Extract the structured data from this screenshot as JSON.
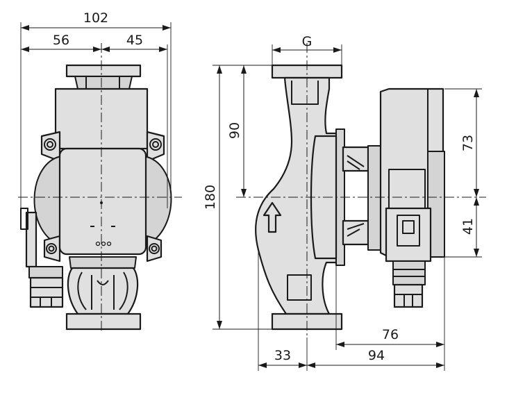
{
  "dimensions": {
    "overall_width": "102",
    "left_offset": "56",
    "right_offset": "45",
    "connection": "G",
    "height_to_axis": "90",
    "overall_height": "180",
    "upper_height": "73",
    "lower_height": "41",
    "motor_depth": "76",
    "rear_depth": "94",
    "front_depth": "33"
  }
}
